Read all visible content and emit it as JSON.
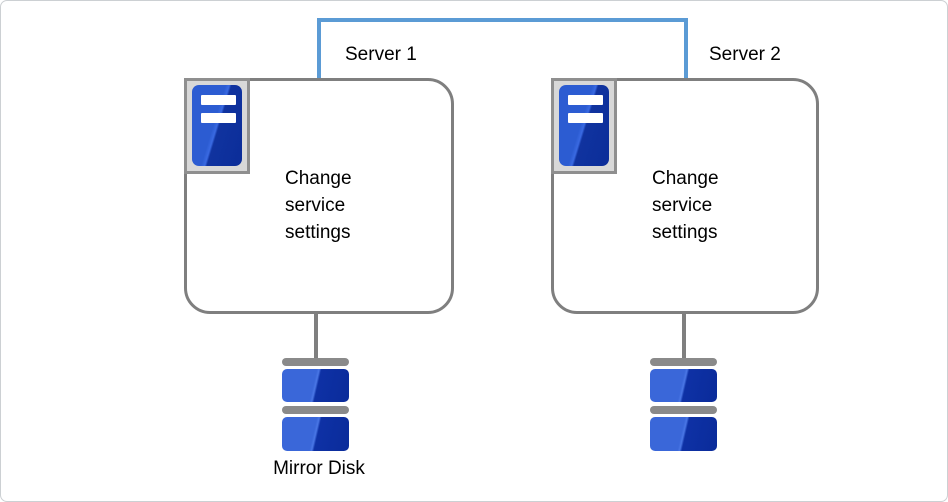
{
  "diagram": {
    "servers": [
      {
        "name": "Server 1",
        "caption": "Change\nservice\nsettings"
      },
      {
        "name": "Server 2",
        "caption": "Change\nservice\nsettings"
      }
    ],
    "disk_label": "Mirror Disk",
    "colors": {
      "connector_blue": "#5b9bd5",
      "box_border_gray": "#7f7f7f",
      "hardware_gray": "#8a8a8a",
      "icon_frame_gray": "#8f8f8f",
      "icon_frame_fill": "#d8d8d8",
      "icon_blue_light": "#2c5cd2",
      "icon_blue_dark": "#0b2d99",
      "disk_blue_light": "#3a67d9",
      "disk_blue_dark": "#0a2b9a",
      "text_color": "#000000"
    }
  }
}
